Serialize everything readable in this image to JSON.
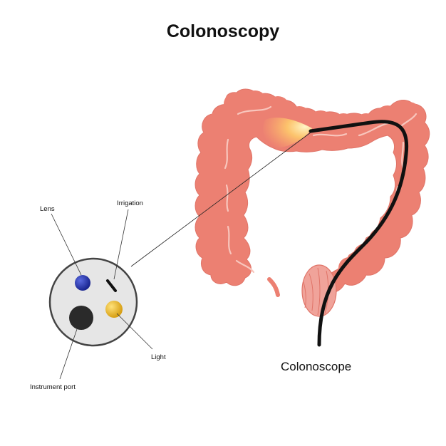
{
  "title": "Colonoscopy",
  "labels": {
    "lens": "Lens",
    "irrigation": "Irrigation",
    "light": "Light",
    "instrument_port": "Instrument port",
    "colonoscope": "Colonoscope"
  },
  "colors": {
    "colon": "#ec8072",
    "colon_dark": "#d8685c",
    "colon_highlight": "#f8c6bd",
    "rectum": "#f0a39a",
    "scope": "#111111",
    "lens": "#1f2fa6",
    "light": "#e8b11c",
    "port": "#2a2a2a",
    "tip_circle": "#e6e6e6",
    "glow": "#ffd37a"
  }
}
